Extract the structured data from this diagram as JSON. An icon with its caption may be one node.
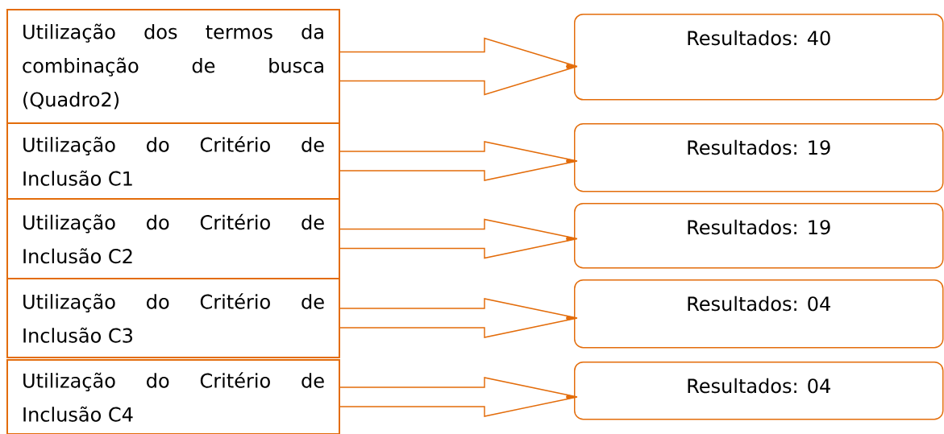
{
  "diagram": {
    "nodes": [
      {
        "text": [
          "Utilização dos termos da combinação de busca (Quadro2)"
        ]
      },
      {
        "text": [
          "Utilização do Critério de Inclusão C1"
        ]
      },
      {
        "text": [
          "Utilização do Critério de Inclusão C2"
        ]
      },
      {
        "text": [
          "Utilização do Critério de Inclusão C3"
        ]
      },
      {
        "text": [
          "Utilização do Critério de Inclusão C4"
        ]
      },
      {
        "text": [
          "Resultados: 40"
        ]
      },
      {
        "text": [
          "Resultados: 19"
        ]
      },
      {
        "text": [
          "Resultados: 19"
        ]
      },
      {
        "text": [
          "Resultados: 04"
        ]
      },
      {
        "text": [
          "Resultados: 04"
        ]
      }
    ],
    "edges": [
      {
        "from": 0,
        "to": 5,
        "arrow": "to"
      },
      {
        "from": 1,
        "to": 6,
        "arrow": "to"
      },
      {
        "from": 2,
        "to": 7,
        "arrow": "to"
      },
      {
        "from": 3,
        "to": 8,
        "arrow": "to"
      },
      {
        "from": 4,
        "to": 9,
        "arrow": "to"
      }
    ]
  }
}
